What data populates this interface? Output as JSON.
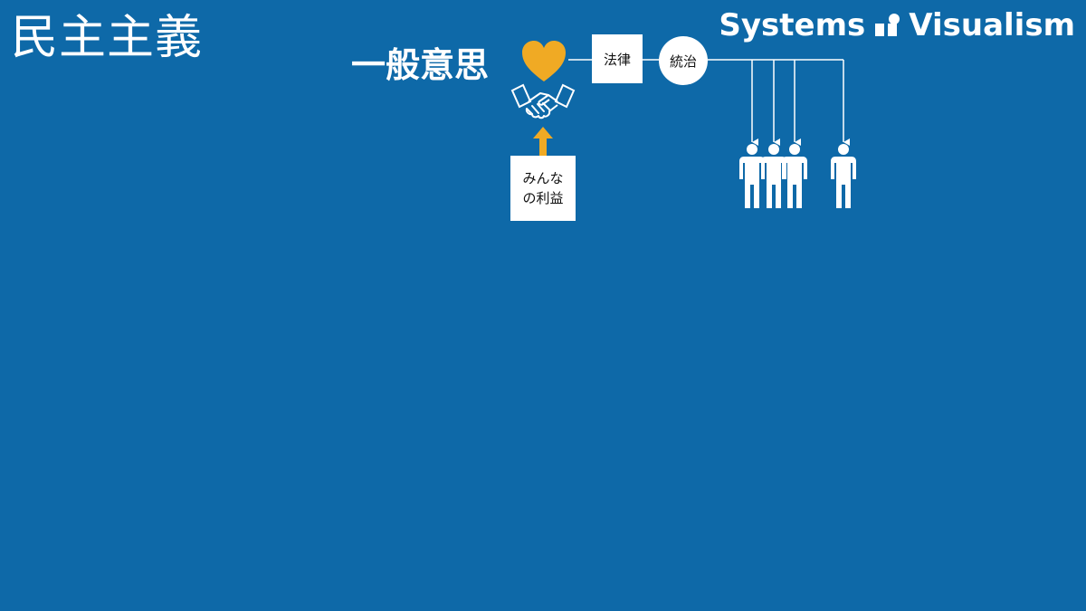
{
  "slide": {
    "title": "民主主義",
    "background_color": "#0e69a8"
  },
  "brand": {
    "text_left": "Systems",
    "text_right": "Visualism",
    "logo_icon": "systems-visualism-logo-icon"
  },
  "diagram": {
    "general_will": "一般意思",
    "law": "法律",
    "rule": "統治",
    "common_interest_line1": "みんな",
    "common_interest_line2": "の利益",
    "accent_color": "#f0aa24",
    "icons": [
      "heart-icon",
      "handshake-icon",
      "arrow-up-icon",
      "person-icon"
    ]
  }
}
